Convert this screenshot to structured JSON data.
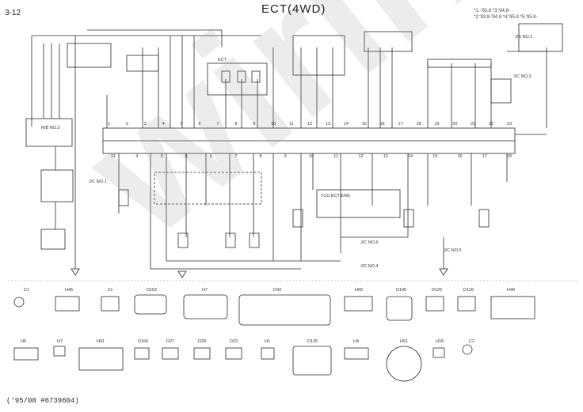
{
  "header": {
    "page_number": "3-12",
    "title": "ECT(4WD)",
    "model_note_a": "*1:-'93.8 *3:'94.8-",
    "model_note_b": "*2:'93.8-'94.8 *4:'95.8 *5:'95.8-"
  },
  "footer": {
    "doc_code": "('95/08 #6739604)"
  },
  "watermark": "wiringo",
  "labels": {
    "ecu_top": "ECT",
    "relay_r9": "R/B NO.2",
    "junction_1": "J/C NO.1",
    "junction_3": "J/C NO.3",
    "junction_4": "J/C NO.4",
    "junction_5": "J/C NO.5",
    "junction_6": "J/C NO.6",
    "fuse_box": "J/B NO.1",
    "ecu_box": "TCU ECT ENG"
  },
  "pins": {
    "top_row": [
      "1",
      "2",
      "3",
      "4",
      "5",
      "6",
      "7",
      "8",
      "9",
      "10",
      "11",
      "12",
      "13",
      "14",
      "15",
      "16",
      "17",
      "18",
      "19",
      "20",
      "21",
      "22",
      "23"
    ],
    "bottom_row": [
      "21",
      "4",
      "3",
      "5",
      "6",
      "7",
      "8",
      "9",
      "10",
      "11",
      "12",
      "13",
      "14",
      "15",
      "16",
      "17",
      "18"
    ]
  },
  "connectors": {
    "row1": [
      {
        "code": "C1"
      },
      {
        "code": "H45"
      },
      {
        "code": "Z1"
      },
      {
        "code": "D162"
      },
      {
        "code": "H7"
      },
      {
        "code": "D43"
      },
      {
        "code": "H60"
      },
      {
        "code": "D145"
      },
      {
        "code": "D125"
      },
      {
        "code": "D126"
      },
      {
        "code": "H40"
      }
    ],
    "row2": [
      {
        "code": "H6"
      },
      {
        "code": "H7"
      },
      {
        "code": "H91"
      },
      {
        "code": "D166"
      },
      {
        "code": "D27"
      },
      {
        "code": "D28"
      },
      {
        "code": "D22"
      },
      {
        "code": "H1"
      },
      {
        "code": "D135"
      },
      {
        "code": "H4"
      },
      {
        "code": "H51"
      },
      {
        "code": "H18"
      },
      {
        "code": "C2"
      }
    ]
  },
  "colors": {
    "line": "#2a2a2a",
    "paper": "#ffffff",
    "watermark": "#9a9a9a"
  }
}
